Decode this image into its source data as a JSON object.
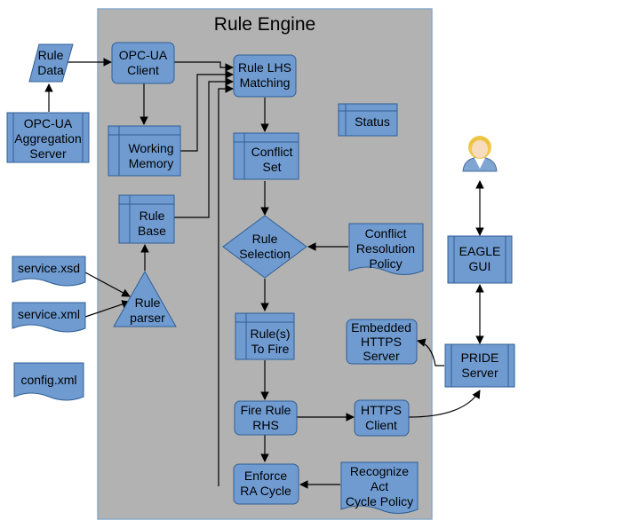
{
  "title": "Rule Engine",
  "nodes": {
    "rule_data": [
      "Rule",
      "Data"
    ],
    "opcua_client": [
      "OPC-UA",
      "Client"
    ],
    "opcua_server": [
      "OPC-UA",
      "Aggregation",
      "Server"
    ],
    "working_memory": [
      "Working",
      "Memory"
    ],
    "rule_base": [
      "Rule",
      "Base"
    ],
    "rule_parser": [
      "Rule",
      "parser"
    ],
    "service_xsd": [
      "service.xsd"
    ],
    "service_xml": [
      "service.xml"
    ],
    "config_xml": [
      "config.xml"
    ],
    "rule_lhs": [
      "Rule LHS",
      "Matching"
    ],
    "status": [
      "Status"
    ],
    "conflict_set": [
      "Conflict",
      "Set"
    ],
    "rule_selection": [
      "Rule",
      "Selection"
    ],
    "conflict_policy": [
      "Conflict",
      "Resolution",
      "Policy"
    ],
    "rules_to_fire": [
      "Rule(s)",
      "To Fire"
    ],
    "fire_rule": [
      "Fire Rule",
      "RHS"
    ],
    "https_client": [
      "HTTPS",
      "Client"
    ],
    "enforce_ra": [
      "Enforce",
      "RA Cycle"
    ],
    "recognize_policy": [
      "Recognize",
      "Act",
      "Cycle Policy"
    ],
    "embedded_https": [
      "Embedded",
      "HTTPS",
      "Server"
    ],
    "pride_server": [
      "PRIDE",
      "Server"
    ],
    "eagle_gui": [
      "EAGLE",
      "GUI"
    ]
  },
  "icons": {
    "user": "user-icon"
  }
}
